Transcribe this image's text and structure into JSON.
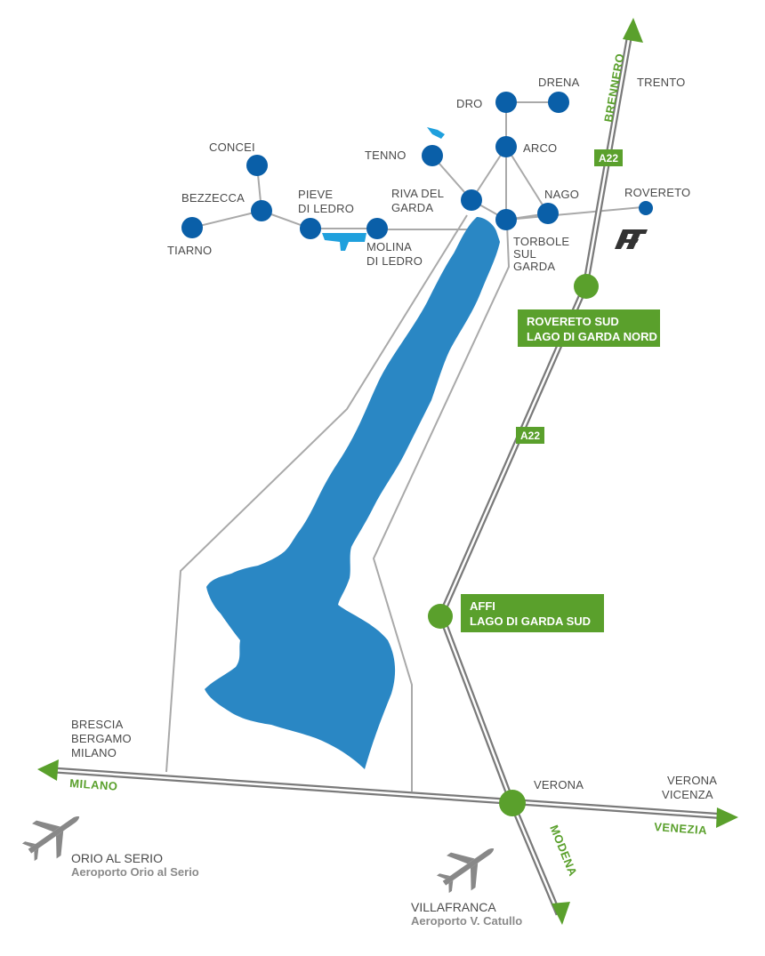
{
  "colors": {
    "lake": "#2a87c4",
    "town_dot": "#0a5fa8",
    "highway_green": "#5aa02c",
    "road_gray": "#a0a0a0",
    "text": "#4a4a4a"
  },
  "towns": {
    "drena": "DRENA",
    "dro": "DRO",
    "trento": "TRENTO",
    "arco": "ARCO",
    "tenno": "TENNO",
    "concei": "CONCEI",
    "bezzecca": "BEZZECCA",
    "pieve_1": "PIEVE",
    "pieve_2": "DI LEDRO",
    "riva_1": "RIVA DEL",
    "riva_2": "GARDA",
    "nago": "NAGO",
    "rovereto": "ROVERETO",
    "tiarno": "TIARNO",
    "molina_1": "MOLINA",
    "molina_2": "DI LEDRO",
    "torbole_1": "TORBOLE",
    "torbole_2": "SUL",
    "torbole_3": "GARDA",
    "brescia_1": "BRESCIA",
    "brescia_2": "BERGAMO",
    "brescia_3": "MILANO",
    "verona": "VERONA",
    "verona_vicenza_1": "VERONA",
    "verona_vicenza_2": "VICENZA"
  },
  "roads": {
    "brennero": "BRENNERO",
    "milano": "MILANO",
    "venezia": "VENEZIA",
    "modena": "MODENA",
    "a22_top": "A22",
    "a22_mid": "A22"
  },
  "exits": {
    "rovereto_sud_1": "ROVERETO SUD",
    "rovereto_sud_2": "LAGO DI GARDA NORD",
    "affi_1": "AFFI",
    "affi_2": "LAGO DI GARDA SUD"
  },
  "airports": {
    "orio_1": "ORIO AL SERIO",
    "orio_2": "Aeroporto Orio al Serio",
    "villafranca_1": "VILLAFRANCA",
    "villafranca_2": "Aeroporto V. Catullo"
  },
  "icons": {
    "airplane": "airplane-icon",
    "train": "train-station-icon"
  }
}
